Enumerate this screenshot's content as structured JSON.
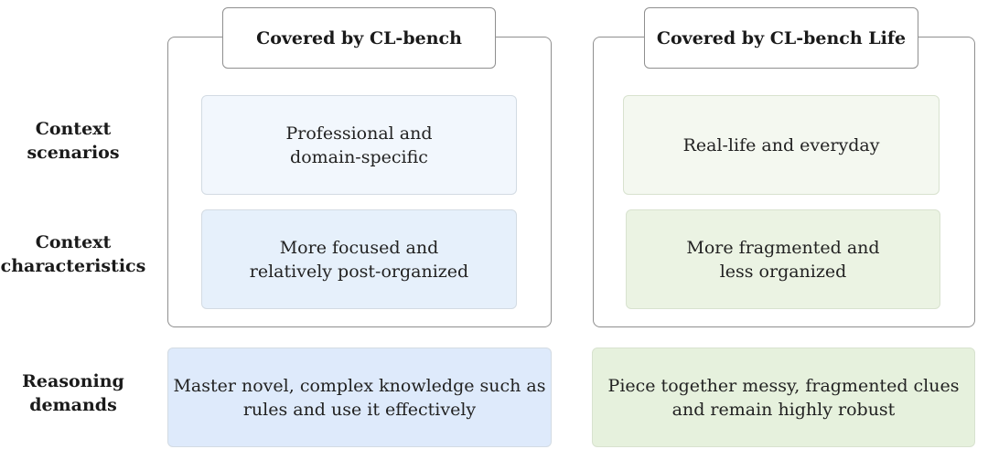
{
  "row_labels": {
    "scenarios": "Context\nscenarios",
    "characteristics": "Context\ncharacteristics",
    "reasoning": "Reasoning\ndemands"
  },
  "left": {
    "header": "Covered by CL-bench",
    "scenarios": "Professional and\ndomain-specific",
    "characteristics": "More focused and\nrelatively post-organized",
    "reasoning": "Master novel, complex knowledge such as\nrules and use it effectively"
  },
  "right": {
    "header": "Covered by CL-bench Life",
    "scenarios": "Real-life and everyday",
    "characteristics": "More fragmented and\nless organized",
    "reasoning": "Piece together messy, fragmented clues\nand remain highly robust"
  },
  "colors": {
    "blue_light": "#f2f7fd",
    "blue_mid": "#e6f0fb",
    "blue_strong": "#deeafb",
    "green_light": "#f4f8f0",
    "green_mid": "#ebf3e3",
    "green_strong": "#e6f1dd"
  }
}
